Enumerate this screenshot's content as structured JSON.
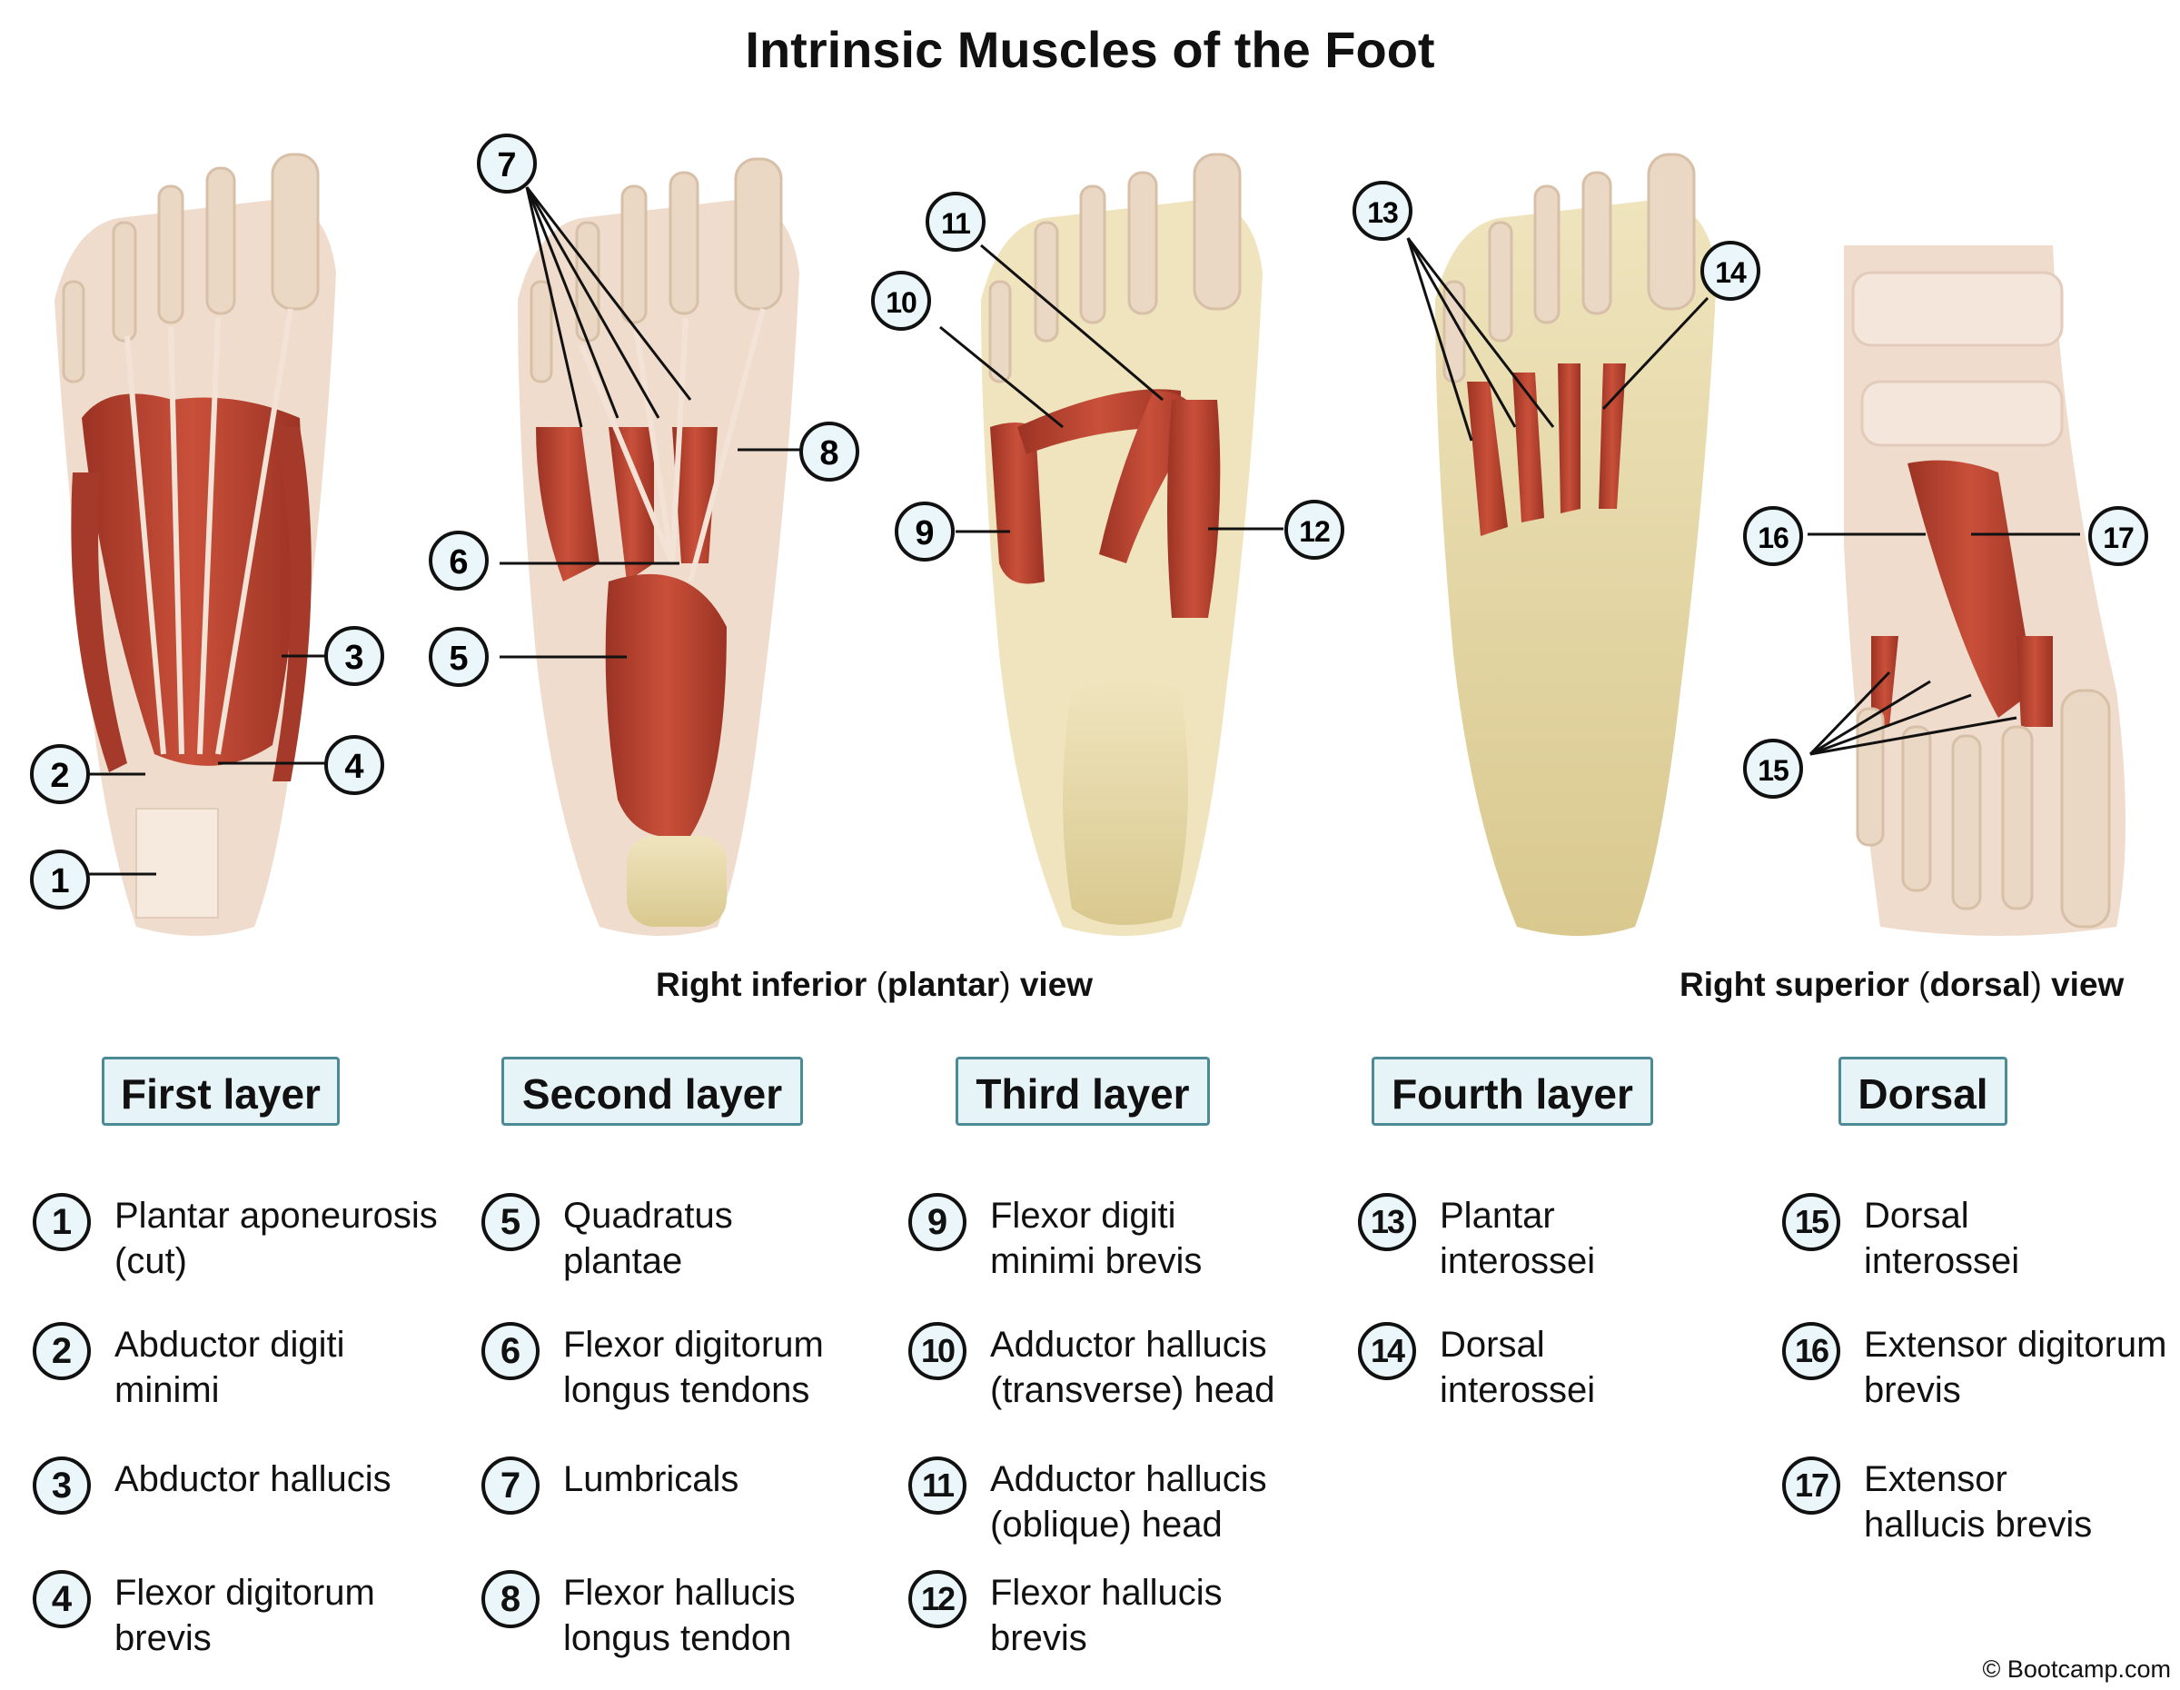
{
  "title": "Intrinsic Muscles of the Foot",
  "views": {
    "plantar": {
      "bold_a": "Right inferior ",
      "paren_open": "(",
      "bold_b": "plantar",
      "paren_close": ")",
      "bold_c": " view"
    },
    "dorsal": {
      "bold_a": "Right superior ",
      "paren_open": "(",
      "bold_b": "dorsal",
      "paren_close": ")",
      "bold_c": " view"
    }
  },
  "columns": [
    {
      "header": "First layer",
      "items": [
        {
          "num": "1",
          "label": "Plantar aponeurosis (cut)"
        },
        {
          "num": "2",
          "label": "Abductor digiti minimi"
        },
        {
          "num": "3",
          "label": "Abductor hallucis"
        },
        {
          "num": "4",
          "label": "Flexor digitorum brevis"
        }
      ]
    },
    {
      "header": "Second layer",
      "items": [
        {
          "num": "5",
          "label": "Quadratus plantae"
        },
        {
          "num": "6",
          "label": "Flexor digitorum longus tendons"
        },
        {
          "num": "7",
          "label": "Lumbricals"
        },
        {
          "num": "8",
          "label": "Flexor hallucis longus tendon"
        }
      ]
    },
    {
      "header": "Third layer",
      "items": [
        {
          "num": "9",
          "label": "Flexor digiti minimi brevis"
        },
        {
          "num": "10",
          "label": "Adductor hallucis (transverse) head"
        },
        {
          "num": "11",
          "label": "Adductor hallucis (oblique) head"
        },
        {
          "num": "12",
          "label": "Flexor hallucis brevis"
        }
      ]
    },
    {
      "header": "Fourth layer",
      "items": [
        {
          "num": "13",
          "label": "Plantar interossei"
        },
        {
          "num": "14",
          "label": "Dorsal interossei"
        }
      ]
    },
    {
      "header": "Dorsal",
      "items": [
        {
          "num": "15",
          "label": "Dorsal interossei"
        },
        {
          "num": "16",
          "label": "Extensor digitorum brevis"
        },
        {
          "num": "17",
          "label": "Extensor hallucis brevis"
        }
      ]
    }
  ],
  "callouts": [
    "1",
    "2",
    "3",
    "4",
    "5",
    "6",
    "7",
    "8",
    "9",
    "10",
    "11",
    "12",
    "13",
    "14",
    "15",
    "16",
    "17"
  ],
  "copyright": "© Bootcamp.com",
  "colors": {
    "muscle": "#b8402e",
    "tendon": "#f1ddd2",
    "bone": "#e9dcae",
    "box_fill": "#e6f4f7",
    "box_border": "#4c8b96"
  }
}
